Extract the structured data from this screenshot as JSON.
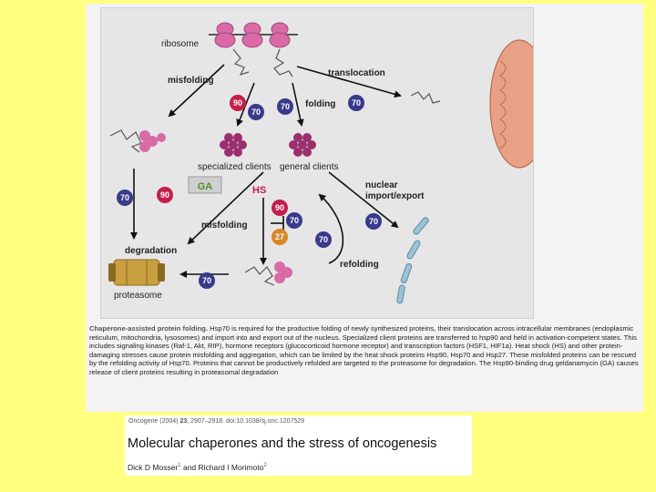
{
  "diagram": {
    "labels": {
      "ribosome": "ribosome",
      "misfolding_top": "misfolding",
      "translocation": "translocation",
      "folding": "folding",
      "specialized_clients": "specialized clients",
      "general_clients": "general clients",
      "ga": "GA",
      "hs": "HS",
      "nuclear": "nuclear",
      "import_export": "import/export",
      "misfolding_mid": "misfolding",
      "degradation": "degradation",
      "refolding": "refolding",
      "proteasome": "proteasome"
    },
    "hsp_badges": [
      {
        "text": "90",
        "color": "#c41e4a"
      },
      {
        "text": "70",
        "color": "#3a3a8c"
      },
      {
        "text": "70",
        "color": "#3a3a8c"
      },
      {
        "text": "70",
        "color": "#3a3a8c"
      },
      {
        "text": "70",
        "color": "#3a3a8c"
      },
      {
        "text": "90",
        "color": "#c41e4a"
      },
      {
        "text": "90",
        "color": "#c41e4a"
      },
      {
        "text": "70",
        "color": "#3a3a8c"
      },
      {
        "text": "27",
        "color": "#d9862a"
      },
      {
        "text": "70",
        "color": "#3a3a8c"
      },
      {
        "text": "70",
        "color": "#3a3a8c"
      },
      {
        "text": "70",
        "color": "#3a3a8c"
      }
    ],
    "colors": {
      "hsp70": "#3a3a8c",
      "hsp90": "#c41e4a",
      "hsp27": "#d9862a",
      "ribosome": "#d96aa6",
      "client": "#9b2f6e",
      "mitochondrion": "#e8a184",
      "proteasome": "#c9a040",
      "ga_label": "#5a8a2a",
      "hs_label": "#c41e4a"
    }
  },
  "caption": {
    "title": "Chaperone-assisted protein folding.",
    "body": "Hsp70 is required for the productive folding of newly synthesized proteins, their translocation across intracellular membranes (endoplasmic reticulum, mitochondria, lysosomes) and import into and export out of the nucleus. Specialized client proteins are transferred to hsp90 and held in activation-competent states. This includes signaling kinases (Raf-1, Akt, RIP), hormone receptors (glucocorticoid hormone receptor) and transcription factors (HSF1, HIF1a). Heat shock (HS) and other protein-damaging stresses cause protein misfolding and aggregation, which can be limited by the heat shock proteins Hsp90, Hsp70 and Hsp27. These misfolded proteins can be rescued by the refolding activity of Hsp70. Proteins that cannot be productively refolded are targeted to the proteasome for degradation. The Hsp90-binding drug geldanamycin (GA) causes release of client proteins resulting in proteasomal degradation"
  },
  "citation": {
    "journal_prefix": "Oncogene (2004) ",
    "volume": "23",
    "journal_suffix": ", 2907–2918. doi:10.1038/sj.onc.1207529",
    "title": "Molecular chaperones and the stress of oncogenesis",
    "author1": "Dick D Mosser",
    "author1_sup": "1",
    "and": " and ",
    "author2": "Richard I Morimoto",
    "author2_sup": "2"
  }
}
